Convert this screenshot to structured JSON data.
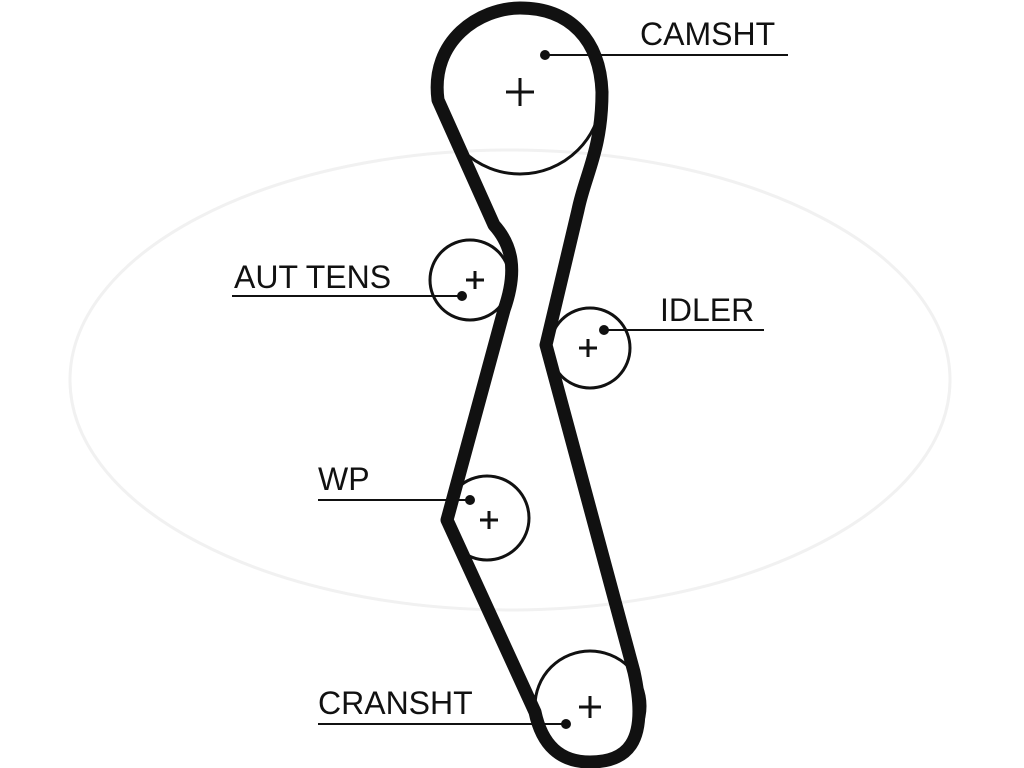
{
  "diagram": {
    "labels": {
      "camshaft": "CAMSHT",
      "auto_tensioner": "AUT TENS",
      "idler": "IDLER",
      "water_pump": "WP",
      "crankshaft": "CRANSHT"
    },
    "colors": {
      "belt": "#111111",
      "pulley_outline": "#111111",
      "background": "#ffffff"
    }
  }
}
